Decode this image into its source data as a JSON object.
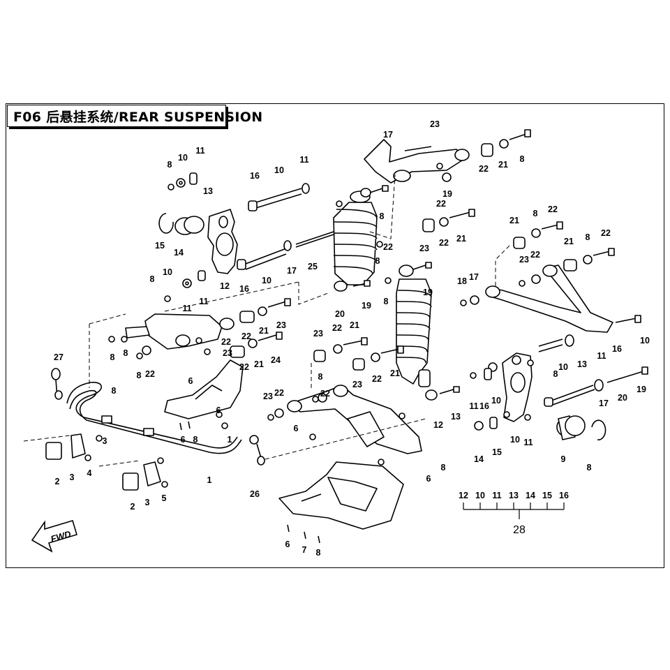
{
  "title": "F06 后悬挂系统/REAR SUSPENSION",
  "fwd": "FWD",
  "kit": {
    "number": "28",
    "members": [
      "12",
      "10",
      "11",
      "13",
      "14",
      "15",
      "16"
    ]
  },
  "callouts": [
    "8",
    "10",
    "11",
    "13",
    "15",
    "14",
    "12",
    "11",
    "16",
    "10",
    "11",
    "16",
    "10",
    "17",
    "25",
    "8",
    "10",
    "11",
    "27",
    "8",
    "8",
    "8",
    "22",
    "8",
    "22",
    "23",
    "22",
    "21",
    "23",
    "22",
    "21",
    "24",
    "6",
    "6",
    "8",
    "6",
    "1",
    "2",
    "3",
    "3",
    "4",
    "1",
    "2",
    "3",
    "5",
    "26",
    "17",
    "23",
    "22",
    "21",
    "8",
    "22",
    "19",
    "8",
    "22",
    "23",
    "22",
    "21",
    "8",
    "20",
    "19",
    "8",
    "19",
    "23",
    "22",
    "21",
    "23",
    "22",
    "21",
    "8",
    "22",
    "23",
    "22",
    "21",
    "8",
    "22",
    "23",
    "22",
    "21",
    "8",
    "22",
    "18",
    "17",
    "16",
    "10",
    "13",
    "11",
    "8",
    "10",
    "11",
    "16",
    "10",
    "17",
    "20",
    "19",
    "12",
    "13",
    "10",
    "11",
    "14",
    "15",
    "9",
    "8",
    "8",
    "6",
    "6",
    "6",
    "7",
    "8"
  ],
  "colors": {
    "line": "#000000",
    "background": "#ffffff"
  }
}
